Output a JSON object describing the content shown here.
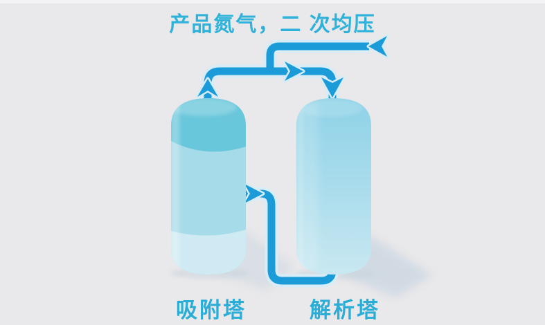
{
  "diagram": {
    "title": "产品氮气，二 次均压",
    "towers": [
      {
        "id": "adsorption-tower",
        "label": "吸附塔"
      },
      {
        "id": "desorption-tower",
        "label": "解析塔"
      }
    ],
    "arrows": [
      {
        "name": "product-outlet-flare-arrow",
        "direction": "left",
        "location": "right end of top product pipe"
      },
      {
        "name": "left-tower-out-arrow",
        "direction": "up",
        "location": "top of adsorption tower"
      },
      {
        "name": "equalization-flow-arrow",
        "direction": "right",
        "location": "upper horizontal pipe"
      },
      {
        "name": "right-tower-in-arrow",
        "direction": "down",
        "location": "top of desorption tower"
      },
      {
        "name": "bottom-pipe-flow-arrow",
        "direction": "right",
        "location": "lower connecting pipe"
      }
    ],
    "colors": {
      "background": "#e9e8ea",
      "pipe": "#1b9bd7",
      "pipe_halo": "#d6edf8",
      "title_text": "#2fb2da",
      "label_text": "#2aadd6",
      "tower_dome": "#69c7db",
      "tower_body": "#a6dbe9",
      "tower_bottom_band": "#cfeaf3",
      "right_tower_top": "#8ed2e7",
      "right_tower_bottom": "#c9e8f1",
      "shadow": "#c9d6e1"
    }
  }
}
